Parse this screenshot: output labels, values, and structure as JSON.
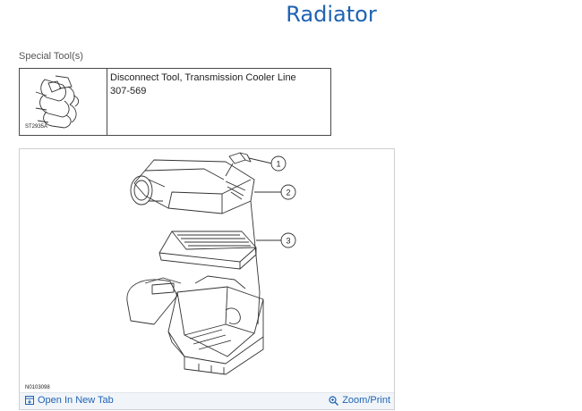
{
  "page": {
    "title": "Radiator"
  },
  "special_tools": {
    "heading": "Special Tool(s)",
    "items": [
      {
        "name": "Disconnect Tool, Transmission Cooler Line",
        "number": "307-569",
        "image_code": "ST2935A"
      }
    ]
  },
  "figure": {
    "code": "N0103098",
    "callouts": [
      "1",
      "2",
      "3"
    ],
    "open_in_new_tab": "Open In New Tab",
    "zoom_print": "Zoom/Print"
  },
  "colors": {
    "link": "#1f63b3",
    "title": "#1f63b3",
    "border": "#4a4a4a"
  },
  "icons": {
    "open_tab": "open-tab-icon",
    "zoom": "magnifier-icon"
  }
}
